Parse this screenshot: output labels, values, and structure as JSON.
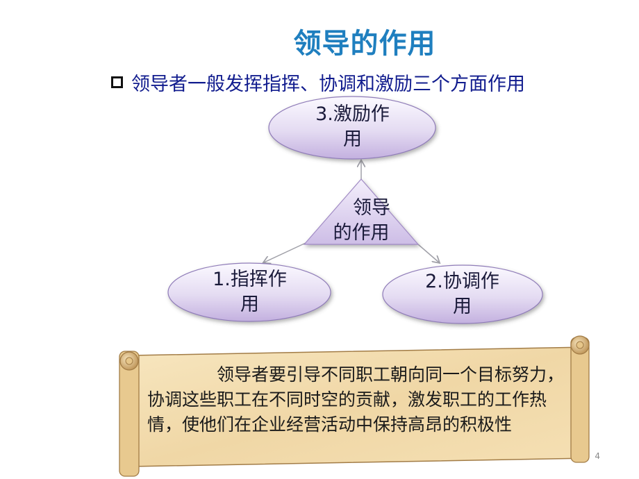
{
  "slide": {
    "title": "领导的作用",
    "bullet": "领导者一般发挥指挥、协调和激励三个方面作用",
    "page_number": "4"
  },
  "diagram": {
    "center": {
      "line1": "领导",
      "line2": "的作用"
    },
    "nodes": [
      {
        "id": "top",
        "line1": "3.激励作",
        "line2": "用"
      },
      {
        "id": "left",
        "line1": "1.指挥作",
        "line2": "用"
      },
      {
        "id": "right",
        "line1": "2.协调作",
        "line2": "用"
      }
    ]
  },
  "note": {
    "text": "领导者要引导不同职工朝向同一个目标努力，协调这些职工在不同时空的贡献，激发职工的工作热情，使他们在企业经营活动中保持高昂的积极性"
  },
  "colors": {
    "title": "#1f7fbf",
    "bullet_text": "#111c8e",
    "node_fill_light": "#f4f0fb",
    "node_fill_dark": "#c6b4e0",
    "scroll_fill": "#f3dcae"
  }
}
